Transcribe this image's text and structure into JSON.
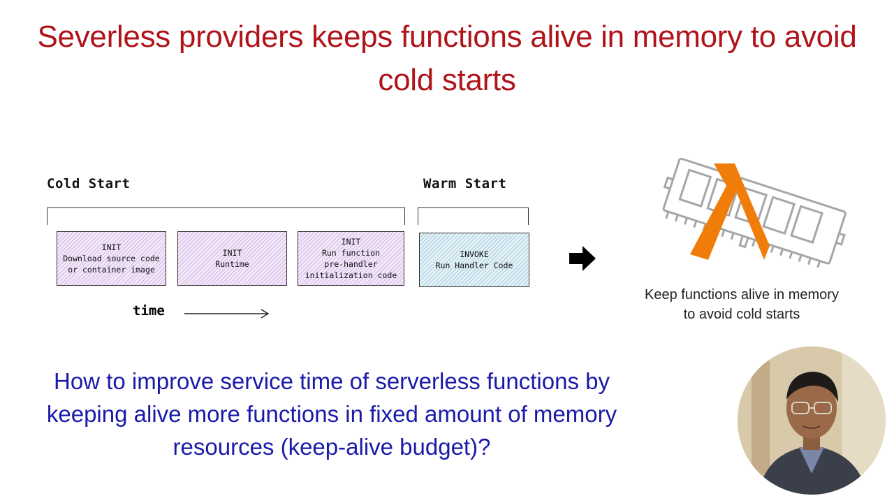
{
  "slide": {
    "title": "Severless providers keeps functions alive in memory to avoid cold starts",
    "diagram": {
      "cold_start_label": "Cold Start",
      "warm_start_label": "Warm Start",
      "boxes": [
        {
          "lines": [
            "INIT",
            "Download source code",
            "or container image"
          ]
        },
        {
          "lines": [
            "INIT",
            "Runtime"
          ]
        },
        {
          "lines": [
            "INIT",
            "Run function",
            "pre-handler",
            "initialization code"
          ]
        },
        {
          "lines": [
            "INVOKE",
            "Run Handler Code"
          ]
        }
      ],
      "time_label": "time"
    },
    "illustration": {
      "icon": "memory-chip-with-lambda-logo",
      "lambda_color": "#f07d0a",
      "chip_color": "#a6a6a6",
      "caption_line1": "Keep functions alive in memory",
      "caption_line2": "to avoid cold starts"
    },
    "question": "How to improve service time of serverless functions by keeping alive more functions in fixed amount of memory resources (keep-alive budget)?",
    "colors": {
      "title": "#b0141b",
      "question": "#1a1aa8",
      "init_fill": "#e9d7f3",
      "invoke_fill": "#d4e9f2"
    }
  }
}
